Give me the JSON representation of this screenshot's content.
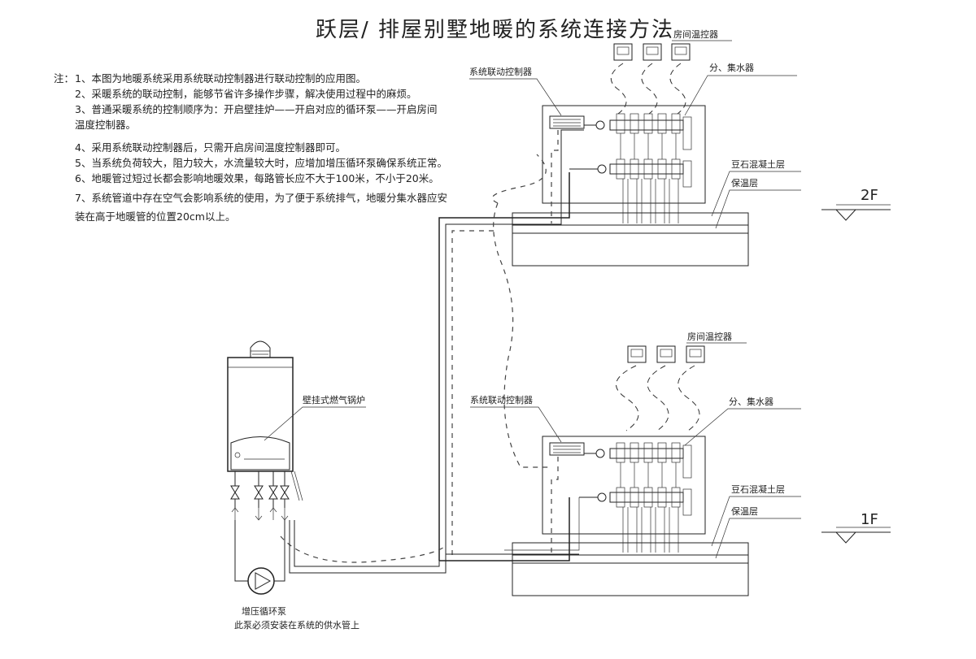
{
  "title": "跃层/ 排屋别墅地暖的系统连接方法",
  "notes": {
    "prefix": "注：",
    "items": [
      "1、本图为地暖系统采用系统联动控制器进行联动控制的应用图。",
      "2、采暖系统的联动控制，能够节省许多操作步骤，解决使用过程中的麻烦。",
      "3、普通采暖系统的控制顺序为：开启壁挂炉——开启对应的循环泵——开启房间",
      "温度控制器。",
      "4、采用系统联动控制器后，只需开启房间温度控制器即可。",
      "5、当系统负荷较大，阻力较大，水流量较大时，应增加增压循环泵确保系统正常。",
      "6、地暖管过短过长都会影响地暖效果，每路管长应不大于100米，不小于20米。",
      "7、系统管道中存在空气会影响系统的使用，为了便于系统排气，地暖分集水器应安",
      "装在高于地暖管的位置20cm以上。"
    ]
  },
  "floor2": {
    "thermostats_label": "房间温控器",
    "controller_label": "系统联动控制器",
    "manifold_label": "分、集水器",
    "concrete_label": "豆石混凝土层",
    "insulation_label": "保温层",
    "level": "2F"
  },
  "floor1": {
    "thermostats_label": "房间温控器",
    "controller_label": "系统联动控制器",
    "manifold_label": "分、集水器",
    "concrete_label": "豆石混凝土层",
    "insulation_label": "保温层",
    "level": "1F"
  },
  "boiler_label": "壁挂式燃气锅炉",
  "pump_label": "增压循环泵",
  "pump_note": "此泵必须安装在系统的供水管上"
}
